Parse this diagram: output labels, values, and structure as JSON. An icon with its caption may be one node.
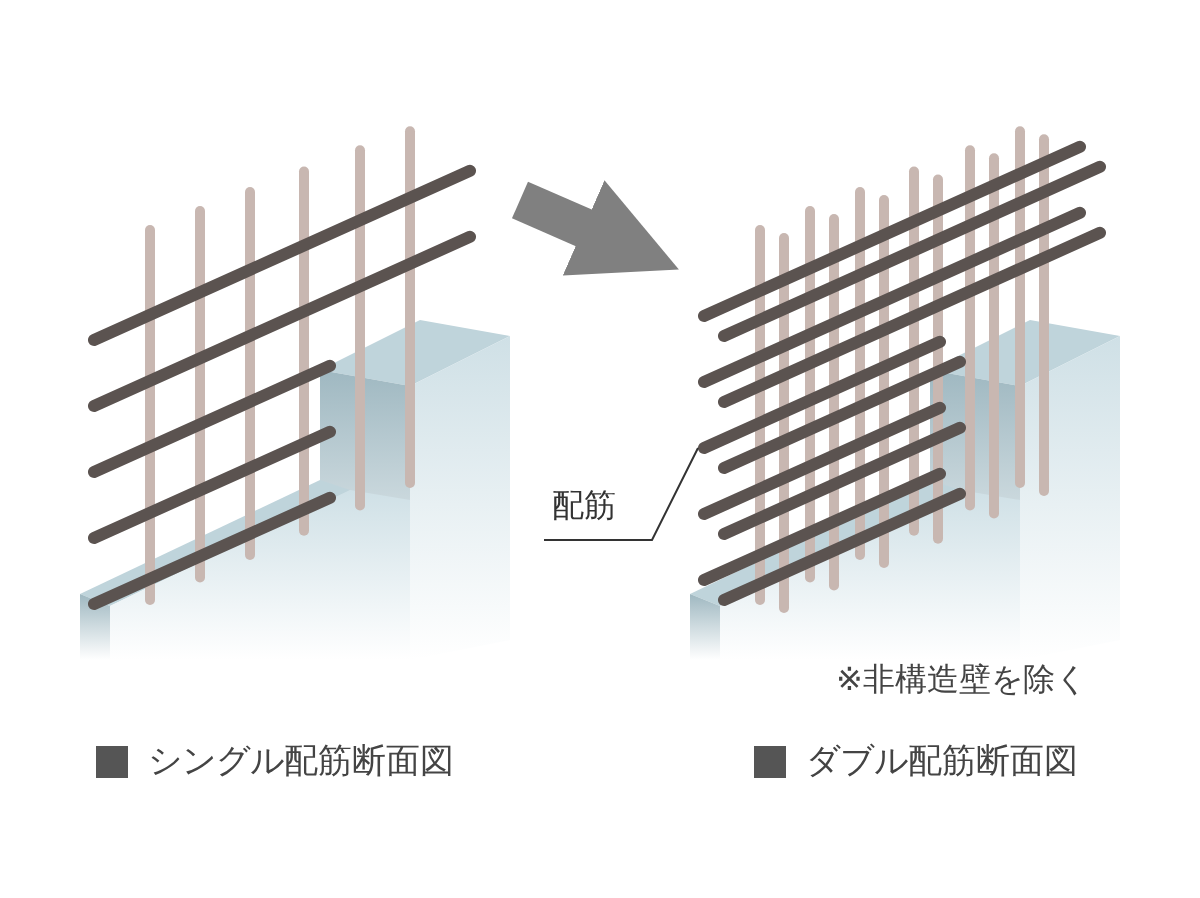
{
  "diagram": {
    "nodes": [
      {
        "text": [],
        "shape": "picture",
        "beside": [
          "シングル配筋断面図"
        ]
      },
      {
        "text": [],
        "shape": "picture",
        "beside": [
          "ダブル配筋断面図"
        ]
      },
      {
        "text": [
          "配筋"
        ]
      },
      {
        "text": [],
        "shape": "bar",
        "in": 1
      }
    ],
    "edges": [
      {
        "from": 0,
        "to": 1,
        "arrow": "to",
        "style": "thick",
        "color": "#808080"
      },
      {
        "from": 2,
        "to": 3,
        "arrow": "none"
      }
    ],
    "labels": [
      "※非構造壁を除く"
    ]
  }
}
